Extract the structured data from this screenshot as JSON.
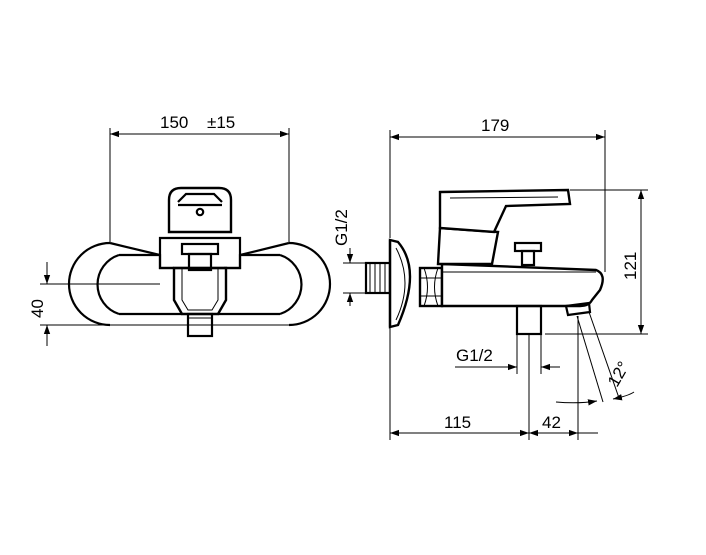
{
  "front_view": {
    "dim_width": "150",
    "dim_tolerance": "±15",
    "dim_height": "40"
  },
  "side_view": {
    "dim_depth": "179",
    "dim_height": "121",
    "dim_inlet_thread": "G1/2",
    "dim_outlet_thread": "G1/2",
    "dim_spout_offset": "115",
    "dim_spout_to_end": "42",
    "dim_angle": "12°"
  },
  "colors": {
    "line": "#000000",
    "background": "#ffffff"
  }
}
